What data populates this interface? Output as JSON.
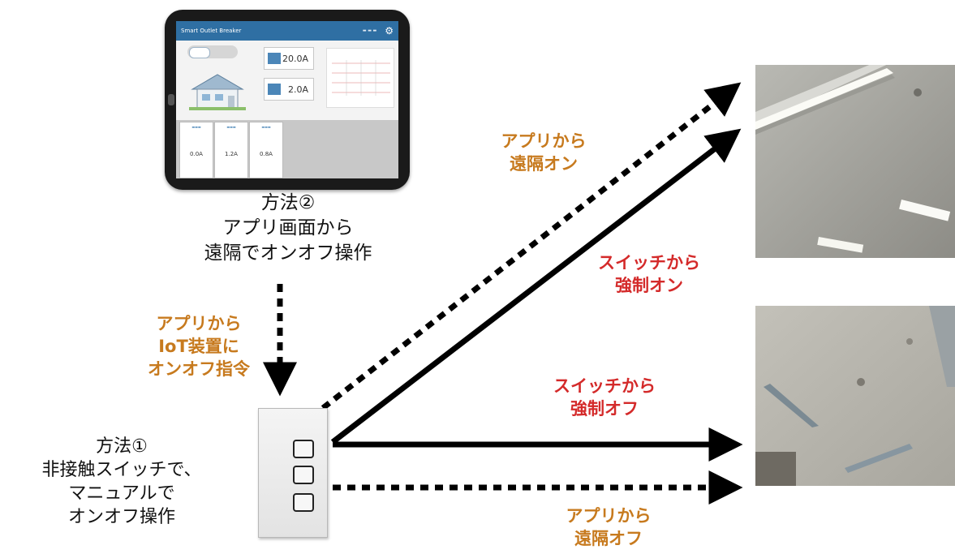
{
  "tablet": {
    "app_title": "Smart Outlet Breaker",
    "stats": [
      "20.0A",
      "2.0A"
    ],
    "cards": [
      "0.0A",
      "1.2A",
      "0.8A"
    ]
  },
  "method2": {
    "title": "方法②",
    "line1": "アプリ画面から",
    "line2": "遠隔でオンオフ操作"
  },
  "method1": {
    "title": "方法①",
    "line1": "非接触スイッチで、",
    "line2": "マニュアルで",
    "line3": "オンオフ操作"
  },
  "labels": {
    "app_to_iot_1": "アプリから",
    "app_to_iot_2": "IoT装置に",
    "app_to_iot_3": "オンオフ指令",
    "remote_on_1": "アプリから",
    "remote_on_2": "遠隔オン",
    "force_on_1": "スイッチから",
    "force_on_2": "強制オン",
    "force_off_1": "スイッチから",
    "force_off_2": "強制オフ",
    "remote_off_1": "アプリから",
    "remote_off_2": "遠隔オフ"
  },
  "colors": {
    "orange": "#c77a1e",
    "red": "#d42a2a",
    "arrow": "#000000",
    "app_blue": "#2f6fa3"
  }
}
